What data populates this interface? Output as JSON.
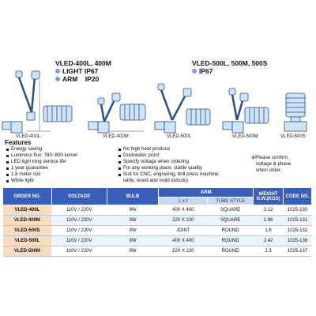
{
  "header_left": {
    "model": "VLED-400L, 400M",
    "specs": [
      "LIGHT IP67",
      "ARM    IP20"
    ]
  },
  "header_right": {
    "model": "VLED-500L, 500M, 500S",
    "specs": [
      "IP67"
    ]
  },
  "diagram_captions": [
    "VLED-400L",
    "VLED-400M",
    "VLED-500L",
    "VLED-500M",
    "VLED-500S"
  ],
  "features": {
    "title": "Features",
    "col1": [
      "Energy saving",
      "Luminous flux: 780~800 lumen",
      "LED light long service life",
      "1 year guarantee",
      "1.8 meter coil",
      "White light"
    ],
    "col2": [
      "No high heat produce",
      "Dust/water proof",
      "Specify voltage when ordering",
      "For any working place, stable quality",
      "Suit for CNC, engraving, drill press machine,",
      "lathe, wood and mold industry"
    ],
    "note": [
      "※Please confirm",
      "voltage & phase",
      "when order."
    ]
  },
  "table": {
    "headers": {
      "order_no": "ORDER NO.",
      "voltage": "VOLTAGE",
      "bulb": "BULB",
      "arm": "ARM",
      "lxl": "L x ℓ",
      "tube_style": "TUBE STYLE",
      "weight": "WEIGHT N.W.(KGS)",
      "code_no": "CODE NO."
    },
    "rows": [
      {
        "order_no": "VLED-400L",
        "voltage": "110V / 220V",
        "bulb": "9W",
        "lxl": "400 X 400",
        "tube_style": "SQUARE",
        "weight": "2.12",
        "code_no": "1025-130"
      },
      {
        "order_no": "VLED-400M",
        "voltage": "110V / 220V",
        "bulb": "9W",
        "lxl": "220 X 220",
        "tube_style": "SQUARE",
        "weight": "1.96",
        "code_no": "1025-131"
      },
      {
        "order_no": "VLED-500S",
        "voltage": "110V / 220V",
        "bulb": "9W",
        "lxl": "JOINT",
        "tube_style": "ROUND",
        "weight": "1.6",
        "code_no": "1025-132"
      },
      {
        "order_no": "VLED-500L",
        "voltage": "110V / 220V",
        "bulb": "9W",
        "lxl": "400 X 400",
        "tube_style": "ROUND",
        "weight": "2.42",
        "code_no": "1025-136"
      },
      {
        "order_no": "VLED-500M",
        "voltage": "110V / 220V",
        "bulb": "9W",
        "lxl": "220 X 220",
        "tube_style": "ROUND",
        "weight": "2.3",
        "code_no": "1025-137"
      }
    ]
  }
}
